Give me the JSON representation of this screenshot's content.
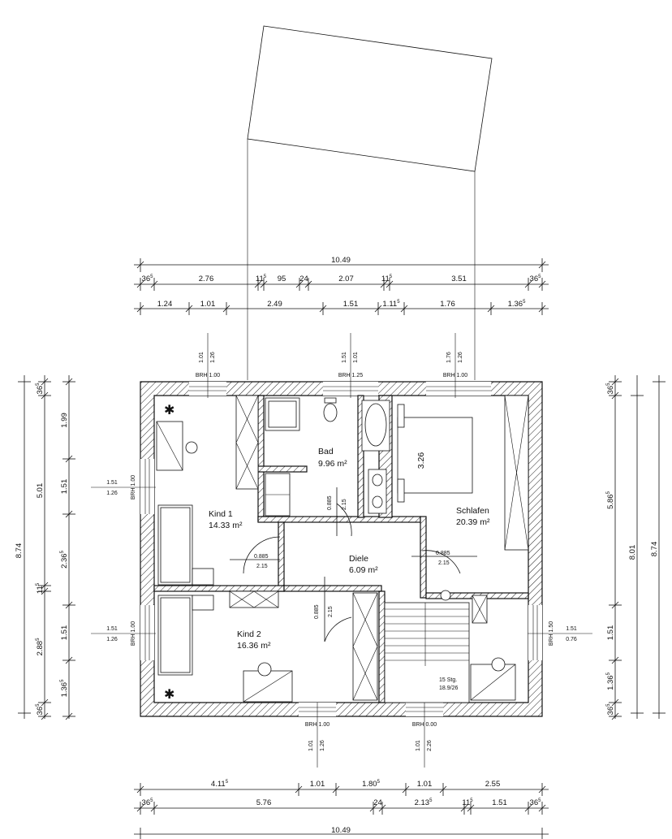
{
  "dimensions": {
    "top_total": "10.49",
    "top_row2": [
      "36",
      "2.76",
      "11",
      "95",
      "24",
      "2.07",
      "11",
      "3.51",
      "36"
    ],
    "top_row2_sup": [
      "5",
      "",
      "5",
      "",
      "",
      "",
      "5",
      "",
      "5"
    ],
    "top_row3": [
      "1.24",
      "1.01",
      "2.49",
      "1.51",
      "1.11",
      "1.76",
      "1.36"
    ],
    "top_row3_sup": [
      "",
      "",
      "",
      "",
      "5",
      "",
      "5"
    ],
    "bottom_row1": [
      "4.11",
      "1.01",
      "1.80",
      "1.01",
      "2.55"
    ],
    "bottom_row1_sup": [
      "5",
      "",
      "5",
      "",
      ""
    ],
    "bottom_row2": [
      "36",
      "5.76",
      "24",
      "2.13",
      "11",
      "1.51",
      "36"
    ],
    "bottom_row2_sup": [
      "5",
      "",
      "",
      "5",
      "5",
      "",
      "5"
    ],
    "bottom_total": "10.49",
    "left_total": "8.74",
    "left_mid": [
      "36",
      "5.01",
      "11",
      "2.88",
      "36"
    ],
    "left_mid_sup": [
      "5",
      "",
      "5",
      "5",
      "5"
    ],
    "left_inner": [
      "1.99",
      "1.51",
      "2.36",
      "1.51",
      "1.36"
    ],
    "left_inner_sup": [
      "",
      "",
      "5",
      "",
      "5"
    ],
    "right_inner": [
      "36",
      "5.86",
      "1.51",
      "1.36",
      "36"
    ],
    "right_inner_sup": [
      "5",
      "5",
      "",
      "5",
      "5"
    ],
    "right_mid": "8.01",
    "right_total": "8.74"
  },
  "windows": {
    "top": [
      {
        "brh": "BRH 1.00",
        "w": "1.01",
        "h": "1.26"
      },
      {
        "brh": "BRH 1.25",
        "w": "1.51",
        "h": "1.01"
      },
      {
        "brh": "BRH 1.00",
        "w": "1.76",
        "h": "1.26"
      }
    ],
    "bottom": [
      {
        "brh": "BRH 1.00",
        "w": "1.01",
        "h": "1.26"
      },
      {
        "brh": "BRH 0.00",
        "w": "1.01",
        "h": "2.26"
      }
    ],
    "left": [
      {
        "brh": "BRH 1.00",
        "w": "1.51",
        "h": "1.26"
      },
      {
        "brh": "BRH 1.00",
        "w": "1.51",
        "h": "1.26"
      }
    ],
    "right": [
      {
        "brh": "BRH 1.50",
        "w": "1.51",
        "h": "0.76"
      }
    ]
  },
  "doors": [
    {
      "w": "0.885",
      "h": "2.15"
    },
    {
      "w": "0.885",
      "h": "2.15"
    },
    {
      "w": "0.885",
      "h": "2.15"
    },
    {
      "w": "0.885",
      "h": "2.15"
    }
  ],
  "rooms": {
    "bad": {
      "name": "Bad",
      "area": "9.96 m²"
    },
    "kind1": {
      "name": "Kind 1",
      "area": "14.33 m²"
    },
    "schlafen": {
      "name": "Schlafen",
      "area": "20.39 m²"
    },
    "diele": {
      "name": "Diele",
      "area": "6.09 m²"
    },
    "kind2": {
      "name": "Kind 2",
      "area": "16.36 m²"
    }
  },
  "bed_dim": "3.26",
  "stairs": {
    "steps": "15 Stg.",
    "ratio": "18.9/26"
  }
}
